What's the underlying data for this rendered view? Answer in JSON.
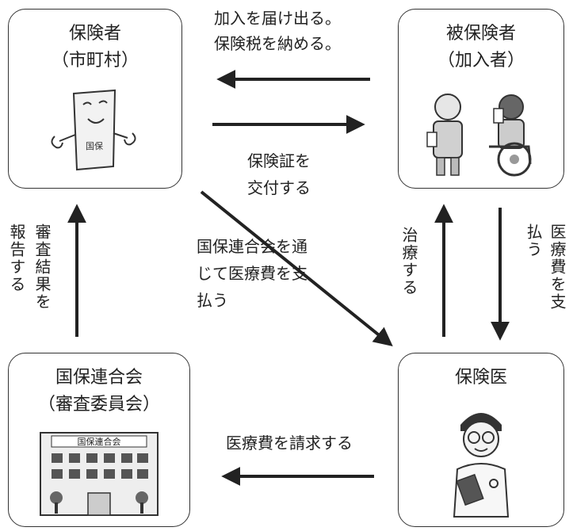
{
  "insurer": {
    "title": "保険者",
    "subtitle": "（市町村）",
    "badge": "国保"
  },
  "insured": {
    "title": "被保険者",
    "subtitle": "（加入者）"
  },
  "federation": {
    "title": "国保連合会",
    "subtitle": "（審査委員会）",
    "sign": "国保連合会"
  },
  "doctor": {
    "title": "保険医"
  },
  "labels": {
    "enroll_1": "加入を届け出る。",
    "enroll_2": "保険税を納める。",
    "card_1": "保険証を",
    "card_2": "交付する",
    "pay_via_1": "国保連合会を通",
    "pay_via_2": "じて医療費を支",
    "pay_via_3": "払う",
    "report_1": "報告する",
    "report_2": "審査結果を",
    "treat": "治療する",
    "pay_fee_1": "医療費を支",
    "pay_fee_2": "払う",
    "claim": "医療費を請求する"
  }
}
